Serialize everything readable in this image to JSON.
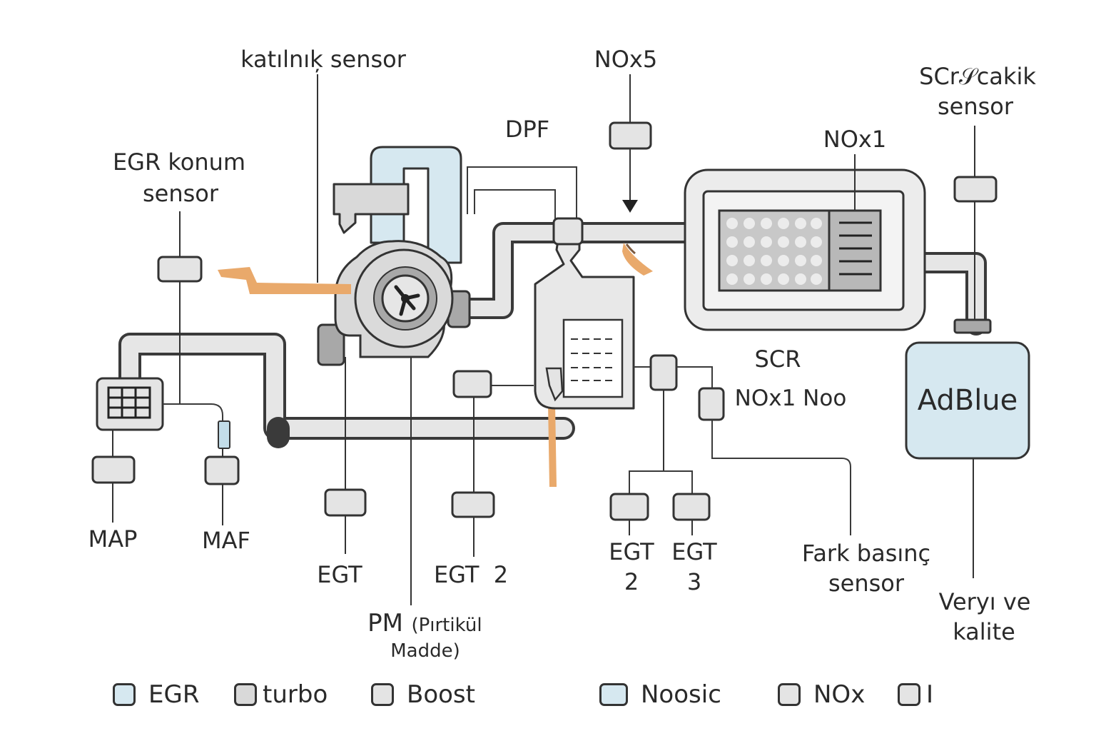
{
  "colors": {
    "egr_blue": "#d6e8f0",
    "exhaust_orange": "#e9a96b",
    "pipe_gray": "#e6e6e6",
    "turbo_gray": "#d9d9d9",
    "dark_gray": "#a8a8a8",
    "outline": "#333333"
  },
  "labels": {
    "katilnik_sensor": "katılnıķ sensor",
    "nox5": "NOx5",
    "dpf": "DPF",
    "scr_sicaklik_1": "SCr𝒮cakik",
    "scr_sicaklik_2": "sensor",
    "nox1_top": "NOx1",
    "egr_konum_1": "EGR konum",
    "egr_konum_2": "sensor",
    "scr": "SCR",
    "nox1_noo": "NOx1 Noo",
    "adblue": "AdBlue",
    "map": "MAP",
    "maf": "MAF",
    "egt": "EGT",
    "egt2_mid": "EGT  2",
    "pm_main": "PM",
    "pm_paren": "(Pırtikül",
    "pm_paren2": "Madde)",
    "egt2_a": "EGT",
    "egt2_b": "2",
    "egt3_a": "EGT",
    "egt3_b": "3",
    "fark_1": "Fark basınç",
    "fark_2": "sensor",
    "veryi_1": "Veryı ve",
    "veryi_2": "kalite"
  },
  "legend": [
    {
      "label": "EGR",
      "color": "#d6e8f0"
    },
    {
      "label": "turbo",
      "color": "#d9d9d9"
    },
    {
      "label": "Boost",
      "color": "#e4e4e4"
    },
    {
      "label": "Noosic",
      "color": "#d6e8f0"
    },
    {
      "label": "NOx",
      "color": "#e4e4e4"
    },
    {
      "label": "I",
      "color": "#e4e4e4"
    }
  ]
}
